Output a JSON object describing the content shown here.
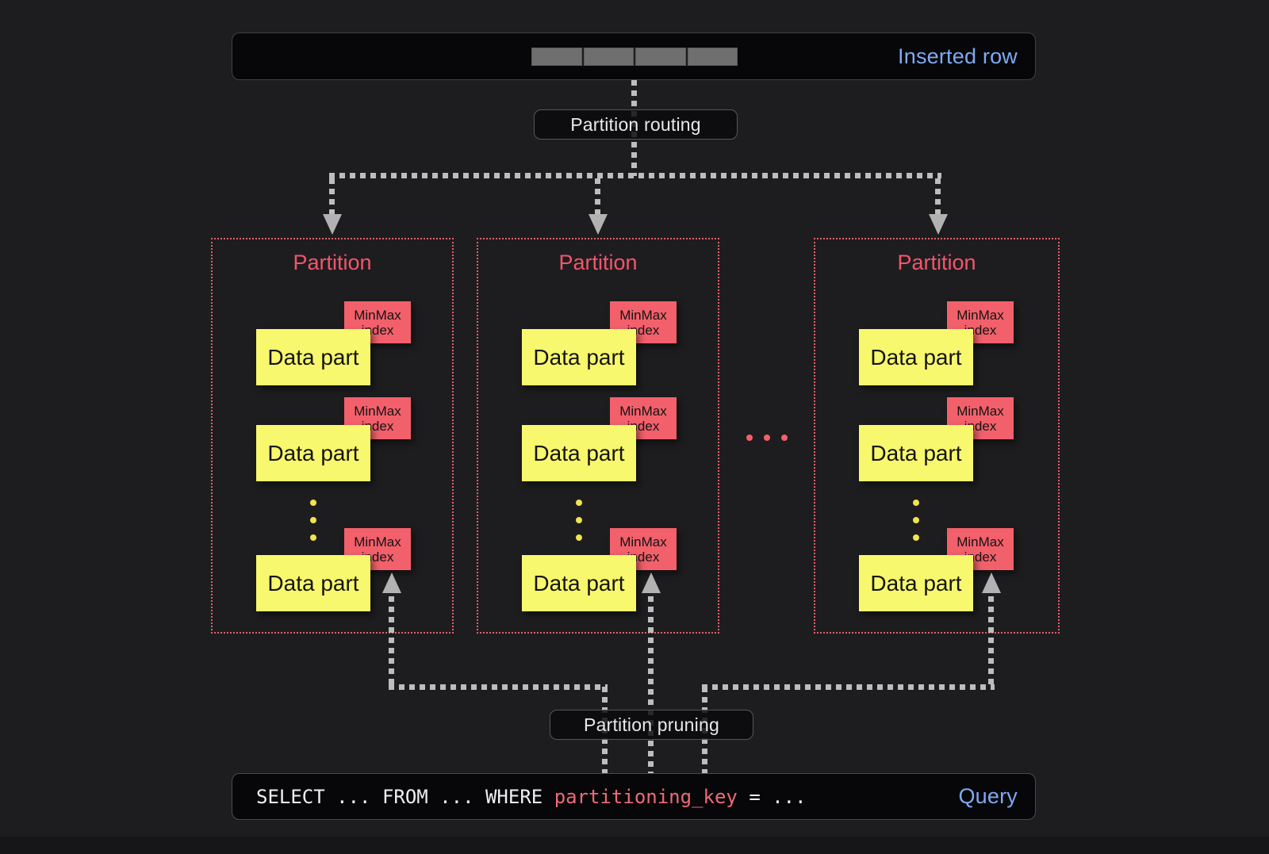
{
  "colors": {
    "accent_red": "#f2566b",
    "accent_yellow": "#f8f86e",
    "accent_blue": "#7cabf4",
    "dash_gray": "#bdbdbd",
    "bar_background": "#070709"
  },
  "inserted_row": {
    "label": "Inserted row",
    "segment_count": 4
  },
  "routing": {
    "label": "Partition routing"
  },
  "pruning": {
    "label": "Partition pruning"
  },
  "partitions": [
    {
      "title": "Partition",
      "data_parts": [
        "Data part",
        "Data part",
        "Data part"
      ]
    },
    {
      "title": "Partition",
      "data_parts": [
        "Data part",
        "Data part",
        "Data part"
      ]
    },
    {
      "title": "Partition",
      "data_parts": [
        "Data part",
        "Data part",
        "Data part"
      ]
    }
  ],
  "minmax_tag": {
    "line1": "MinMax",
    "line2": "index"
  },
  "query": {
    "code_prefix": "SELECT ... FROM ... WHERE ",
    "code_key": "partitioning_key",
    "code_suffix": " = ...",
    "label": "Query"
  }
}
